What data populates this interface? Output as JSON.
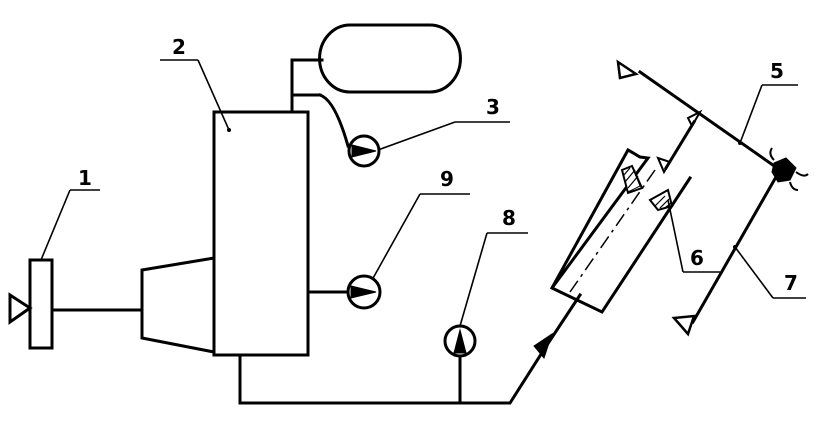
{
  "labels": {
    "l1": "1",
    "l2": "2",
    "l3": "3",
    "l5": "5",
    "l6": "6",
    "l7": "7",
    "l8": "8",
    "l9": "9"
  }
}
